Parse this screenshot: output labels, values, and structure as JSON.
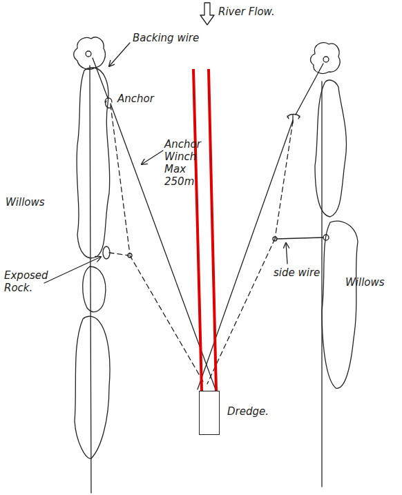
{
  "diagram": {
    "nodes": [
      {
        "text": [
          "Dredge."
        ]
      }
    ],
    "labels": [
      "River Flow.",
      "Backing wire",
      "Anchor",
      "Anchor Winch Max 250m",
      "Willows",
      "Exposed Rock.",
      "side wire",
      "Willows"
    ]
  }
}
